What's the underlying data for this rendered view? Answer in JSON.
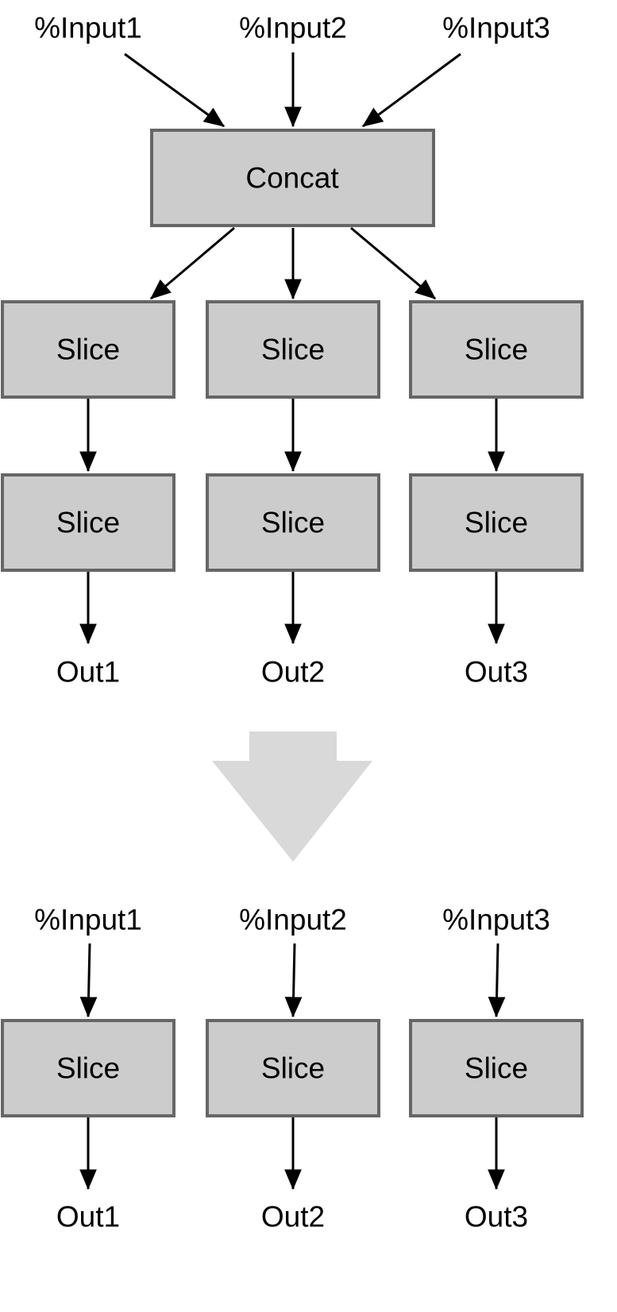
{
  "diagram": {
    "before": {
      "inputs": [
        "%Input1",
        "%Input2",
        "%Input3"
      ],
      "concat_label": "Concat",
      "slice_row1": [
        "Slice",
        "Slice",
        "Slice"
      ],
      "slice_row2": [
        "Slice",
        "Slice",
        "Slice"
      ],
      "outputs": [
        "Out1",
        "Out2",
        "Out3"
      ]
    },
    "after": {
      "inputs": [
        "%Input1",
        "%Input2",
        "%Input3"
      ],
      "slices": [
        "Slice",
        "Slice",
        "Slice"
      ],
      "outputs": [
        "Out1",
        "Out2",
        "Out3"
      ]
    }
  },
  "colors": {
    "node_fill": "#cccccc",
    "node_stroke": "#666666",
    "edge": "#000000",
    "transform_arrow": "#d9d9d9"
  },
  "icons": {
    "transform_arrow": "down-arrow-icon"
  }
}
